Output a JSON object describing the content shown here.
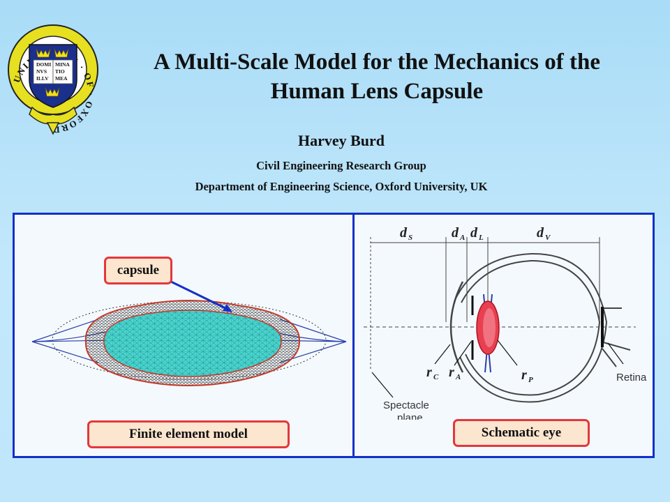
{
  "header": {
    "title_line1": "A Multi-Scale Model for the Mechanics of the",
    "title_line2": "Human Lens Capsule",
    "author": "Harvey Burd",
    "group": "Civil Engineering Research Group",
    "department": "Department of Engineering Science, Oxford University, UK"
  },
  "logo": {
    "ring_text": "UNIVERSITY · OF · OXFORD",
    "book_left": [
      "DOMI",
      "NVS",
      "ILLV"
    ],
    "book_right": [
      "MINA",
      "TIO",
      "MEA"
    ]
  },
  "fe_panel": {
    "capsule_label": "capsule",
    "caption": "Finite element model"
  },
  "eye_panel": {
    "caption": "Schematic eye",
    "dims": [
      {
        "main": "d",
        "sub": "S"
      },
      {
        "main": "d",
        "sub": "A"
      },
      {
        "main": "d",
        "sub": "L"
      },
      {
        "main": "d",
        "sub": "V"
      }
    ],
    "radii": [
      {
        "main": "r",
        "sub": "C"
      },
      {
        "main": "r",
        "sub": "A"
      },
      {
        "main": "r",
        "sub": "P"
      }
    ],
    "retina_label": "Retina",
    "spectacle_label_1": "Spectacle",
    "spectacle_label_2": "plane"
  },
  "colors": {
    "background": "#b8e2f9",
    "panel_border": "#1230c8",
    "tag_border": "#e3373c",
    "tag_fill": "#fde6cf",
    "lens_fill": "#48d6d0",
    "lens_red": "#e84050"
  }
}
